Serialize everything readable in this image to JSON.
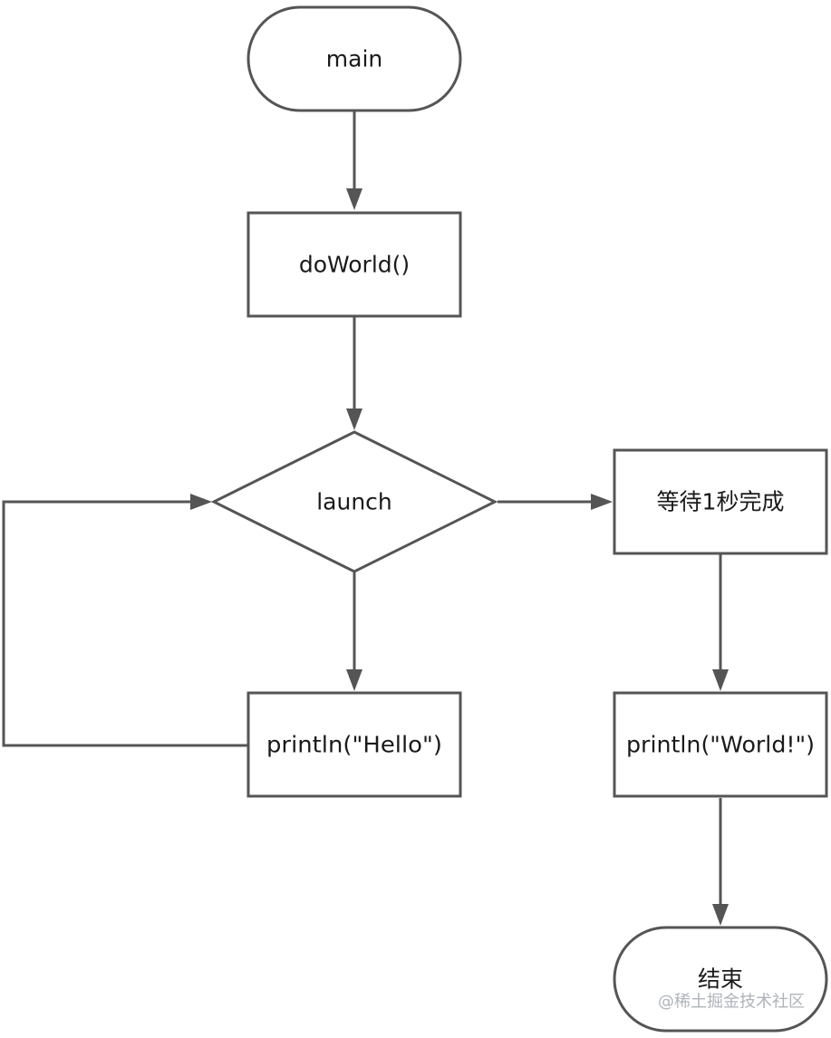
{
  "nodes": {
    "main": {
      "label": "main"
    },
    "do_world": {
      "label": "doWorld()"
    },
    "launch": {
      "label": "launch"
    },
    "wait": {
      "label": "等待1秒完成"
    },
    "print_hello": {
      "label": "println(\"Hello\")"
    },
    "print_world": {
      "label": "println(\"World!\")"
    },
    "end": {
      "label": "结束"
    }
  },
  "watermark": "@稀土掘金技术社区",
  "colors": {
    "stroke": "#555555",
    "text": "#1a1a1a",
    "watermark": "#aeb4bb"
  }
}
